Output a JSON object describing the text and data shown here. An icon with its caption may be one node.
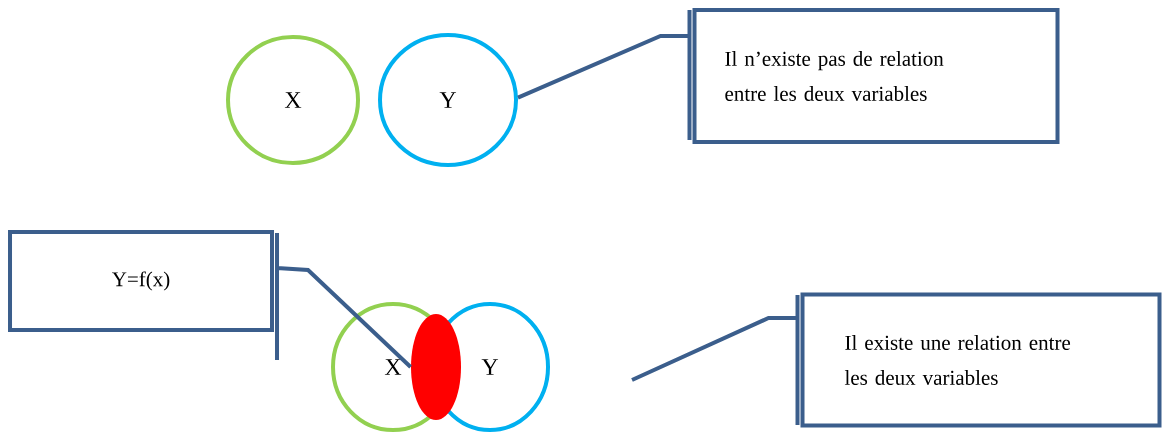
{
  "diagram": {
    "nodes": [
      {
        "text": [
          "X"
        ]
      },
      {
        "text": [
          "Y"
        ]
      },
      {
        "text": [
          "Il n’existe pas de relation entre les deux variables"
        ]
      },
      {
        "text": [
          "Y=f(x)"
        ]
      },
      {
        "text": [
          "X"
        ]
      },
      {
        "text": [
          "Y"
        ]
      },
      {
        "text": [],
        "shape": "ellipse"
      },
      {
        "text": [
          "Il existe une relation entre les deux variables"
        ]
      }
    ],
    "edges": [
      {
        "from": 2,
        "to": 1,
        "arrow": "none"
      },
      {
        "from": 3,
        "to": 6,
        "arrow": "none"
      },
      {
        "from": 7,
        "to": null,
        "arrow": "none"
      }
    ]
  }
}
